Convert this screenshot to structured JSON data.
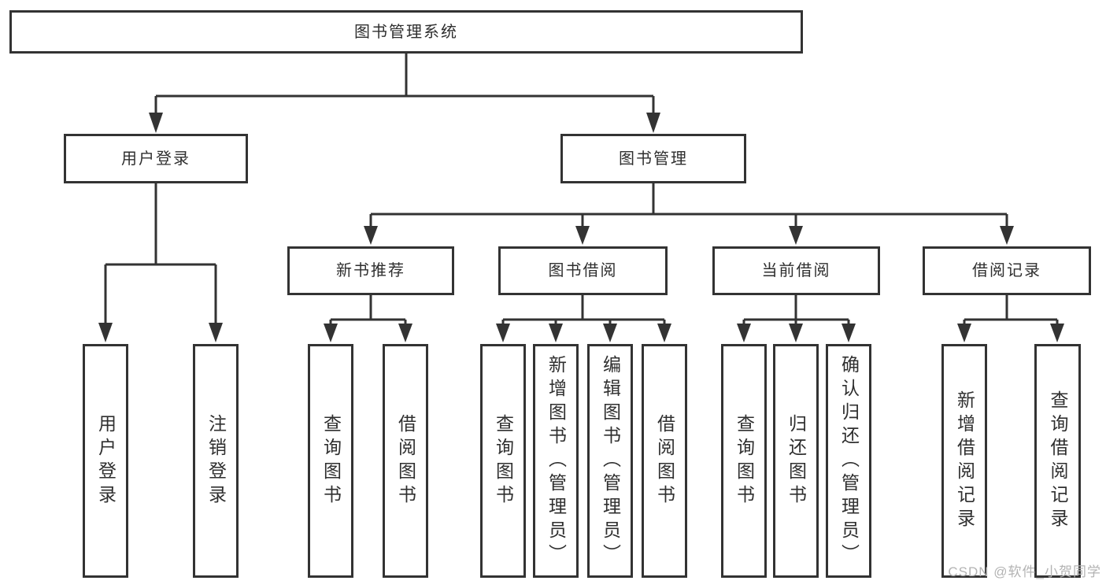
{
  "diagram": {
    "root_label": "图书管理系统",
    "level2": {
      "login": "用户登录",
      "manage": "图书管理"
    },
    "level3": {
      "recommend": "新书推荐",
      "borrow": "图书借阅",
      "current": "当前借阅",
      "records": "借阅记录"
    },
    "leaves": {
      "login": [
        "用户登录",
        "注销登录"
      ],
      "recommend": [
        "查询图书",
        "借阅图书"
      ],
      "borrow": [
        "查询图书",
        "新增图书（管理员）",
        "编辑图书（管理员）",
        "借阅图书"
      ],
      "current": [
        "查询图书",
        "归还图书",
        "确认归还（管理员）"
      ],
      "records": [
        "新增借阅记录",
        "查询借阅记录"
      ]
    },
    "line_color": "#333333"
  },
  "watermark": "CSDN @软件_小贺同学"
}
